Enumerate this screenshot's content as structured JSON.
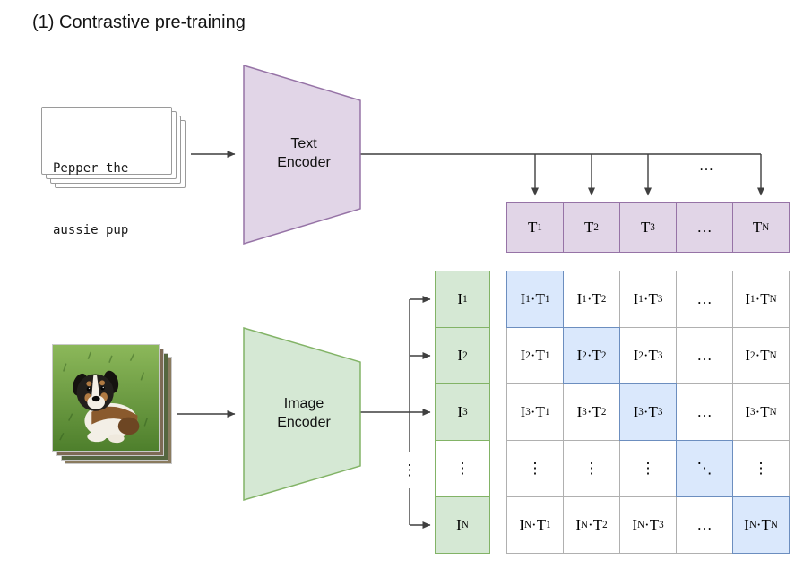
{
  "title": "(1) Contrastive pre-training",
  "text_input": {
    "line1": "Pepper the",
    "line2": "aussie pup"
  },
  "encoders": {
    "text": "Text Encoder",
    "image": "Image Encoder"
  },
  "text_embeddings": [
    "T_1",
    "T_2",
    "T_3",
    "…",
    "T_N"
  ],
  "image_embeddings": [
    "I_1",
    "I_2",
    "I_3",
    "⋮",
    "I_N"
  ],
  "matrix": {
    "rows": [
      [
        "I_1·T_1",
        "I_1·T_2",
        "I_1·T_3",
        "…",
        "I_1·T_N"
      ],
      [
        "I_2·T_1",
        "I_2·T_2",
        "I_2·T_3",
        "…",
        "I_2·T_N"
      ],
      [
        "I_3·T_1",
        "I_3·T_2",
        "I_3·T_3",
        "…",
        "I_3·T_N"
      ],
      [
        "⋮",
        "⋮",
        "⋮",
        "⋱",
        "⋮"
      ],
      [
        "I_N·T_1",
        "I_N·T_2",
        "I_N·T_3",
        "…",
        "I_N·T_N"
      ]
    ]
  },
  "decorations": {
    "ellipsis_top": "…",
    "ellipsis_branch": "⋮"
  },
  "colors": {
    "text_fill": "#e1d5e7",
    "text_stroke": "#9673a6",
    "image_fill": "#d5e8d4",
    "image_stroke": "#82b366",
    "diagonal_fill": "#dae8fc",
    "diagonal_stroke": "#6c8ebf",
    "grid_stroke": "#b0b0b0",
    "connector": "#3f3f3f"
  }
}
